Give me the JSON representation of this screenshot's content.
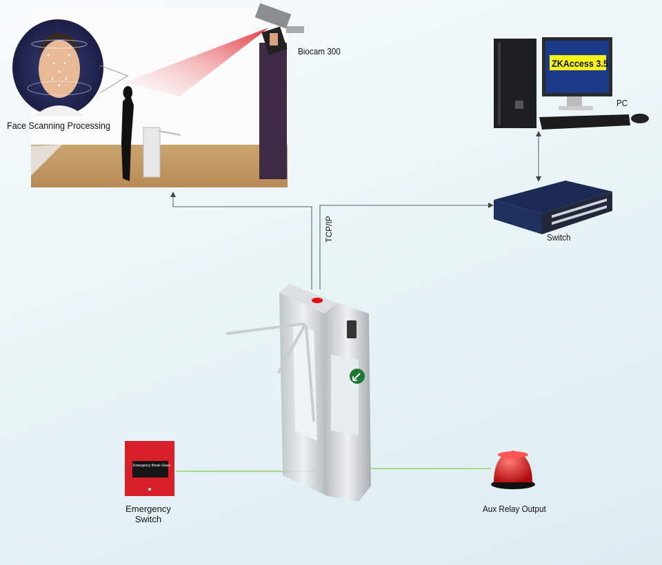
{
  "labels": {
    "face_scanning": "Face Scanning Processing",
    "biocam": "Biocam 300",
    "pc": "PC",
    "software": "ZKAccess 3.5",
    "switch": "Switch",
    "tcpip": "TCP/IP",
    "emergency_line1": "Emergency",
    "emergency_line2": "Switch",
    "aux_relay": "Aux Relay Output",
    "emergency_plate": "Emergency Break Glass"
  },
  "colors": {
    "network_line": "#6f7f86",
    "relay_line": "#a6d98a",
    "emergency_red": "#d8202a",
    "beacon_red": "#e0181c",
    "screen_highlight": "#f5f21a"
  }
}
